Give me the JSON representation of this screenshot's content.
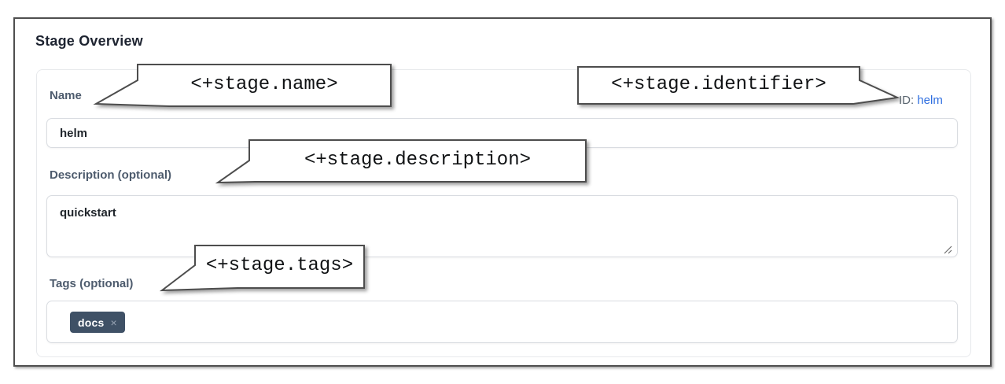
{
  "header": {
    "title": "Stage Overview"
  },
  "form": {
    "name": {
      "label": "Name",
      "value": "helm"
    },
    "identifier": {
      "label": "ID:",
      "value": "helm"
    },
    "description": {
      "label": "Description (optional)",
      "value": "quickstart"
    },
    "tags": {
      "label": "Tags (optional)",
      "chips": [
        {
          "text": "docs",
          "remove_icon": "×"
        }
      ]
    }
  },
  "annotations": {
    "name": "<+stage.name>",
    "identifier": "<+stage.identifier>",
    "description": "<+stage.description>",
    "tags": "<+stage.tags>"
  },
  "colors": {
    "id_link_blue": "#2f6fe0",
    "label_slate": "#4d5b6d",
    "tag_chip_bg": "#3f5166",
    "callout_border": "#4d4d4d",
    "frame_border": "#4f4f4f"
  }
}
